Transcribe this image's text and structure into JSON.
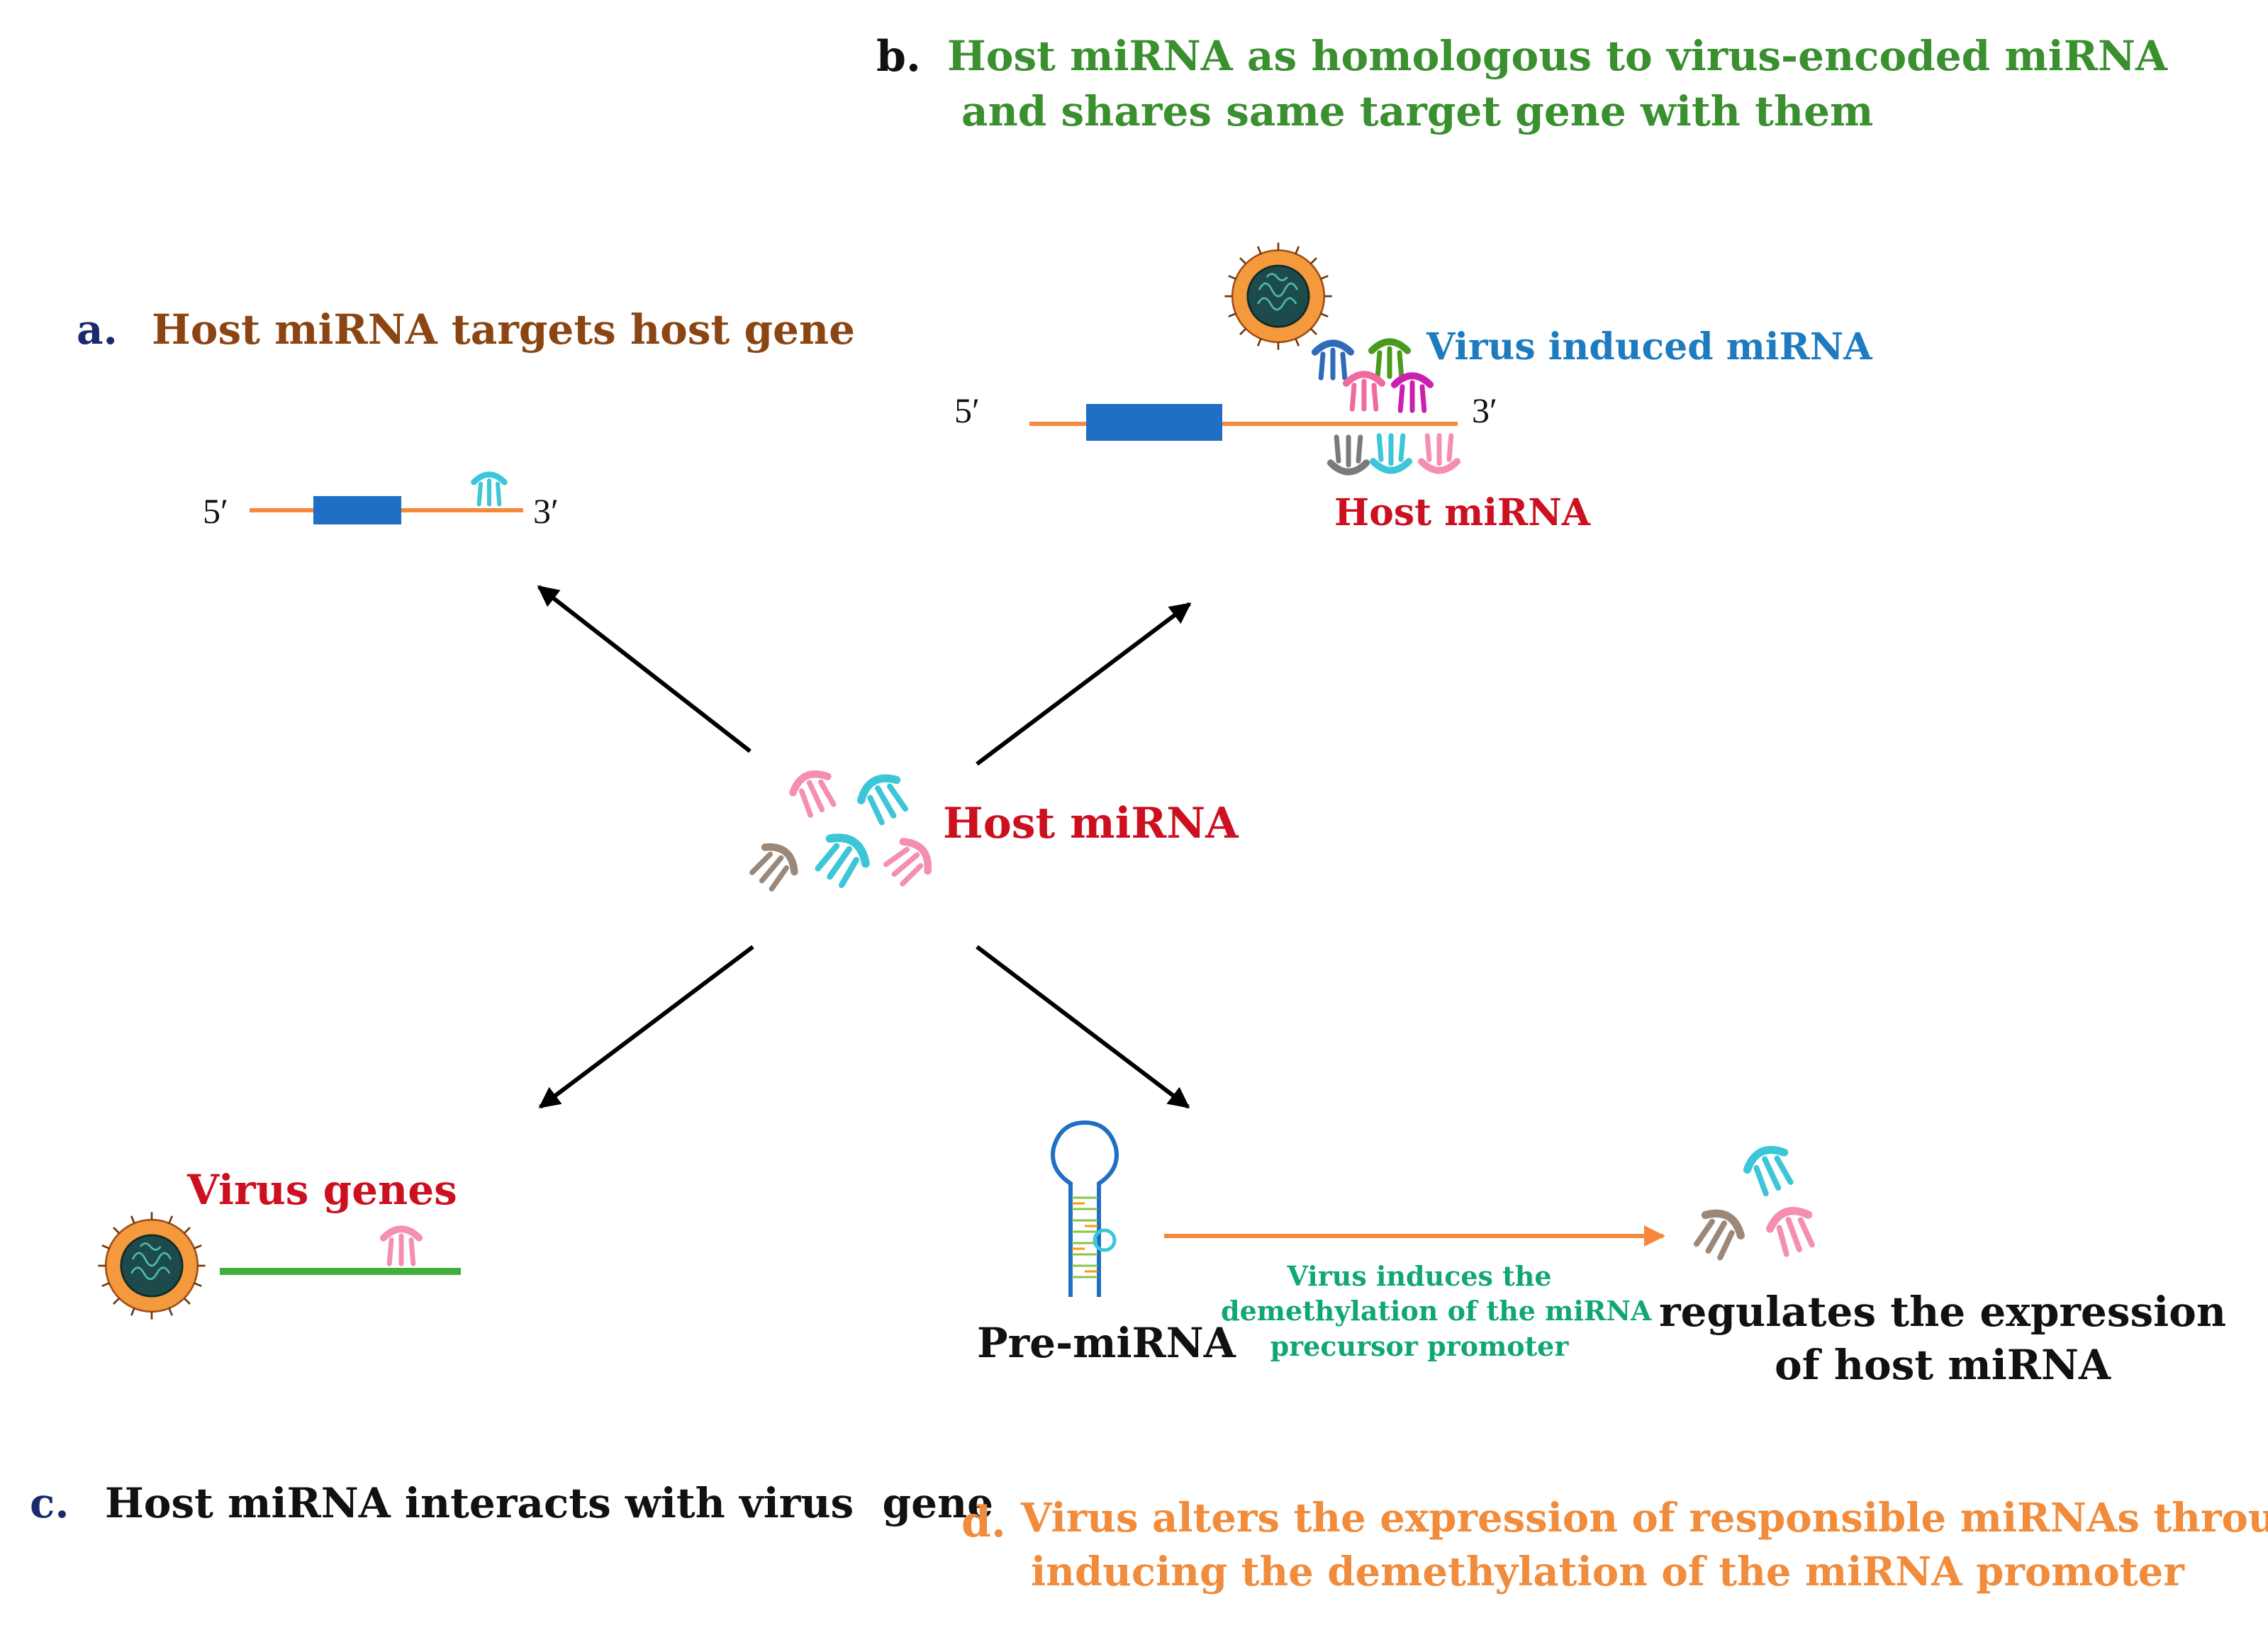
{
  "colors": {
    "orange_line": "#f5883a",
    "gene_box": "#1f6fc4",
    "arrow": "#000000",
    "title_brown": "#8b4513",
    "title_green": "#3a8f2f",
    "title_orange": "#f08c3c",
    "host_red": "#cc1020",
    "virus_blue": "#1e7bbf",
    "label_navy": "#1a2a6c",
    "teal_text": "#10a870",
    "green_line": "#3fae3c"
  },
  "icons": [
    "mirna-icon",
    "virus-icon",
    "hairpin-icon",
    "arrow-icon"
  ],
  "panel_a": {
    "letter": "a.",
    "title": "Host miRNA targets host gene",
    "five_prime": "5′",
    "three_prime": "3′"
  },
  "panel_b": {
    "letter": "b.",
    "title_line1": "Host miRNA as homologous to virus-encoded miRNA",
    "title_line2": "and shares same target gene with them",
    "five_prime": "5′",
    "three_prime": "3′",
    "virus_label": "Virus induced miRNA",
    "host_label": "Host miRNA"
  },
  "center": {
    "label": "Host miRNA"
  },
  "panel_c": {
    "letter": "c.",
    "title": "Host miRNA interacts with virus  gene",
    "virus_label": "Virus genes"
  },
  "panel_d": {
    "letter": "d.",
    "title_line1": "Virus alters the expression of responsible miRNAs through",
    "title_line2": "inducing the demethylation of the miRNA promoter",
    "pre_mirna": "Pre-miRNA",
    "arrow_line1": "Virus induces the",
    "arrow_line2": "demethylation of the miRNA",
    "arrow_line3": "precursor promoter",
    "result_line1": "regulates the expression",
    "result_line2": "of host miRNA"
  }
}
